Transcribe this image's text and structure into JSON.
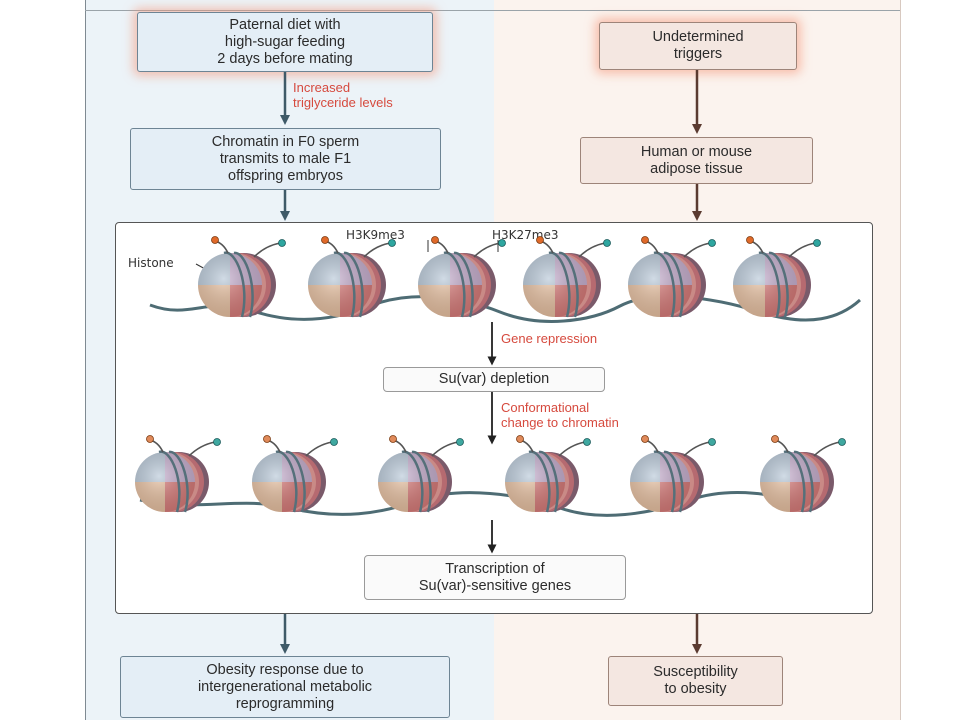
{
  "left_column": {
    "box1": "Paternal diet with\nhigh-sugar feeding\n2 days before mating",
    "note1": "Increased\ntriglyceride levels",
    "box2": "Chromatin in F0 sperm\ntransmits to male F1\noffspring embryos",
    "box_bottom": "Obesity response due to\nintergenerational metabolic\nreprogramming"
  },
  "right_column": {
    "box1": "Undetermined\ntriggers",
    "box2": "Human or mouse\nadipose tissue",
    "box_bottom": "Susceptibility\nto obesity"
  },
  "panel": {
    "label_histone": "Histone",
    "label_h3k9": "H3K9me3",
    "label_h3k27": "H3K27me3",
    "note_gene_repression": "Gene repression",
    "box_depletion": "Su(var) depletion",
    "note_conformational": "Conformational\nchange to chromatin",
    "box_transcription": "Transcription of\nSu(var)-sensitive genes"
  },
  "colors": {
    "arrow_left": "#3f5a68",
    "arrow_right": "#5a3a30",
    "note_red": "#d64a3e"
  }
}
